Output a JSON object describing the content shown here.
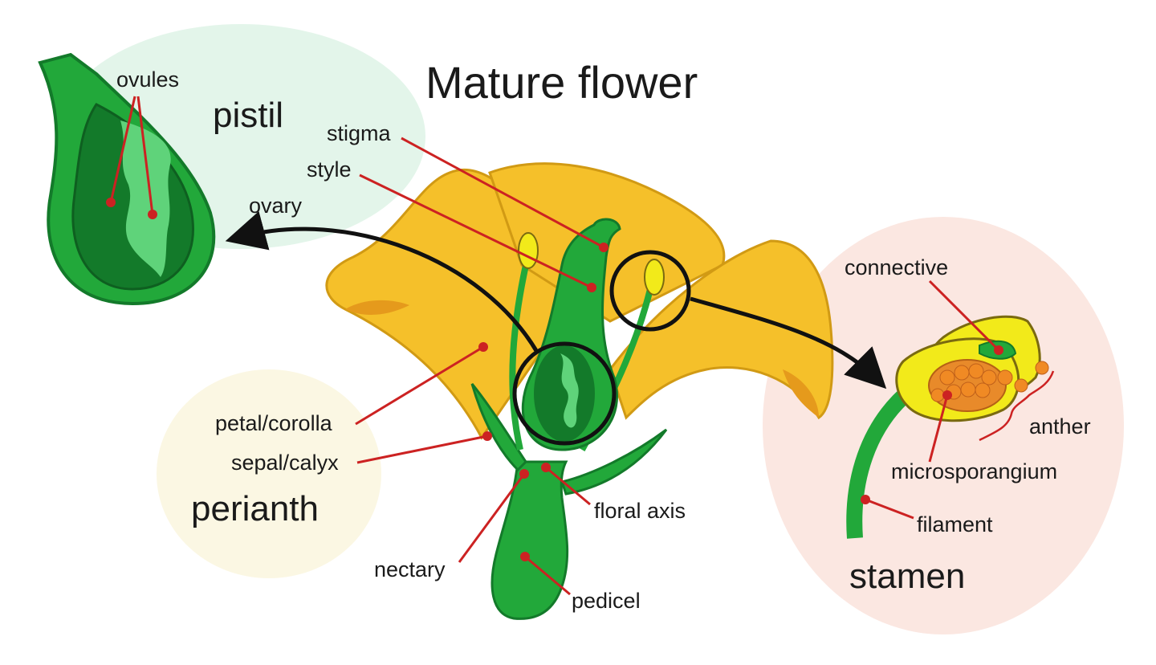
{
  "diagram": {
    "title": "Mature flower",
    "sections": {
      "pistil": "pistil",
      "perianth": "perianth",
      "stamen": "stamen"
    },
    "labels": {
      "ovules": "ovules",
      "stigma": "stigma",
      "style": "style",
      "ovary": "ovary",
      "petal_corolla": "petal/corolla",
      "sepal_calyx": "sepal/calyx",
      "nectary": "nectary",
      "floral_axis": "floral axis",
      "pedicel": "pedicel",
      "connective": "connective",
      "anther": "anther",
      "microsporangium": "microsporangium",
      "filament": "filament"
    },
    "colors": {
      "petal": "#f5c02a",
      "petal_dark": "#e59a1c",
      "green": "#22a83a",
      "green_dark": "#137a2a",
      "green_light": "#5fd37a",
      "pollen_sac": "#f2ea1a",
      "pollen": "#f08a24",
      "leader": "#cc2222",
      "pistil_bg": "#e3f5ea",
      "perianth_bg": "#fbf7e3",
      "stamen_bg": "#fbe7e1"
    }
  }
}
